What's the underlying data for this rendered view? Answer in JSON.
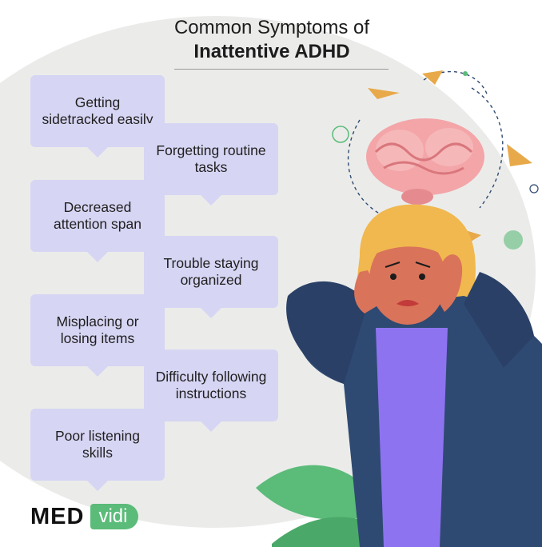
{
  "title": {
    "line1": "Common Symptoms of",
    "line2": "Inattentive ADHD"
  },
  "symptoms": [
    {
      "text": "Getting sidetracked easily"
    },
    {
      "text": "Forgetting routine tasks"
    },
    {
      "text": "Decreased attention span"
    },
    {
      "text": "Trouble staying organized"
    },
    {
      "text": "Misplacing or losing items"
    },
    {
      "text": "Difficulty following instructions"
    },
    {
      "text": "Poor listening skills"
    }
  ],
  "logo": {
    "part1": "MED",
    "part2": "vidi"
  },
  "colors": {
    "bubble": "#d6d5f3",
    "background_blob": "#ebecea",
    "brand_green": "#5bbb79",
    "jacket": "#2f4a72",
    "shirt": "#8d73f0",
    "hair": "#f0b84f",
    "skin": "#d9735a",
    "brain": "#f3a5a8"
  },
  "illustration": {
    "icons": [
      "woman-holding-head-icon",
      "brain-icon",
      "paper-plane-icon",
      "leaf-icon"
    ]
  }
}
